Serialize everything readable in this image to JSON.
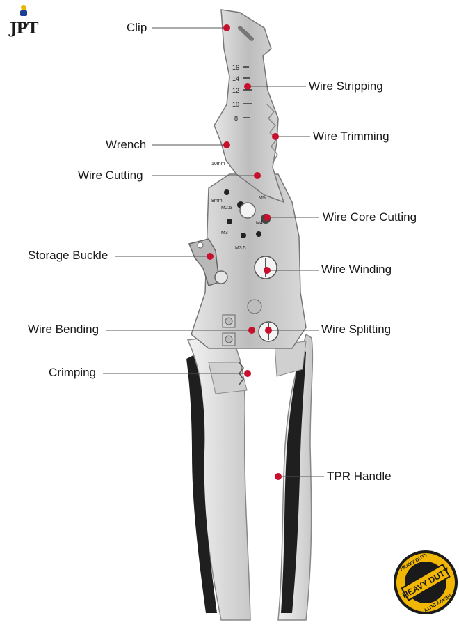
{
  "brand": {
    "logo_text": "JPT"
  },
  "badge": {
    "outer_text": "HEAVY DUTY",
    "center_text": "HEAVY DUTY"
  },
  "colors": {
    "accent": "#c8102e",
    "line": "#555555",
    "metal": "#c9c9c9",
    "handle_dark": "#1f1f1f",
    "badge_gold": "#f2b705"
  },
  "scale_marks": [
    "16",
    "14",
    "12",
    "10",
    "8"
  ],
  "hole_labels": [
    "8mm",
    "M2.5",
    "M3",
    "M3.5",
    "M5",
    "M4",
    "10mm"
  ],
  "labels": {
    "clip": "Clip",
    "wire_stripping": "Wire Stripping",
    "wire_trimming": "Wire Trimming",
    "wrench": "Wrench",
    "wire_cutting": "Wire Cutting",
    "wire_core_cutting": "Wire Core Cutting",
    "storage_buckle": "Storage Buckle",
    "wire_winding": "Wire Winding",
    "wire_bending": "Wire Bending",
    "wire_splitting": "Wire Splitting",
    "crimping": "Crimping",
    "tpr_handle": "TPR Handle"
  }
}
